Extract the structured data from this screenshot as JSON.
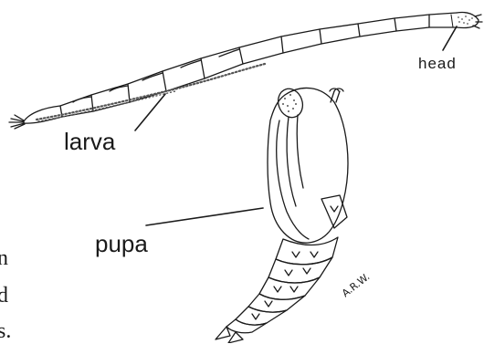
{
  "labels": {
    "larva": "larva",
    "head": "head",
    "pupa": "pupa"
  },
  "page_text_fragments": [
    "n",
    "d",
    "s."
  ],
  "artist_signature": "A.R.W.",
  "colors": {
    "ink": "#1a1a1a",
    "background": "#ffffff",
    "stipple": "#555555"
  }
}
